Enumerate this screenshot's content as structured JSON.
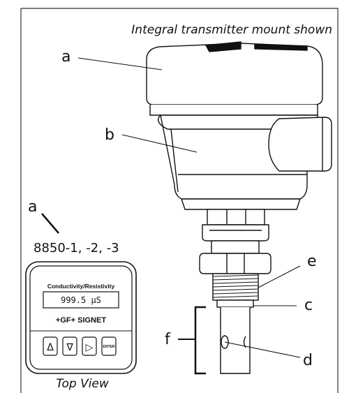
{
  "caption_top": "Integral transmitter mount shown",
  "caption_bottom": "Top View",
  "model_number": "8850-1, -2, -3",
  "callouts": {
    "a_cover": "a",
    "b_housing": "b",
    "a_panel": "a",
    "c": "c",
    "d": "d",
    "e": "e",
    "f": "f"
  },
  "panel": {
    "title": "Conductivity/Resistivity",
    "display_value": "999.5 µS",
    "brand": "+GF+ SIGNET",
    "keys": [
      "Δ",
      "∇",
      "▷",
      "ENTER"
    ]
  }
}
